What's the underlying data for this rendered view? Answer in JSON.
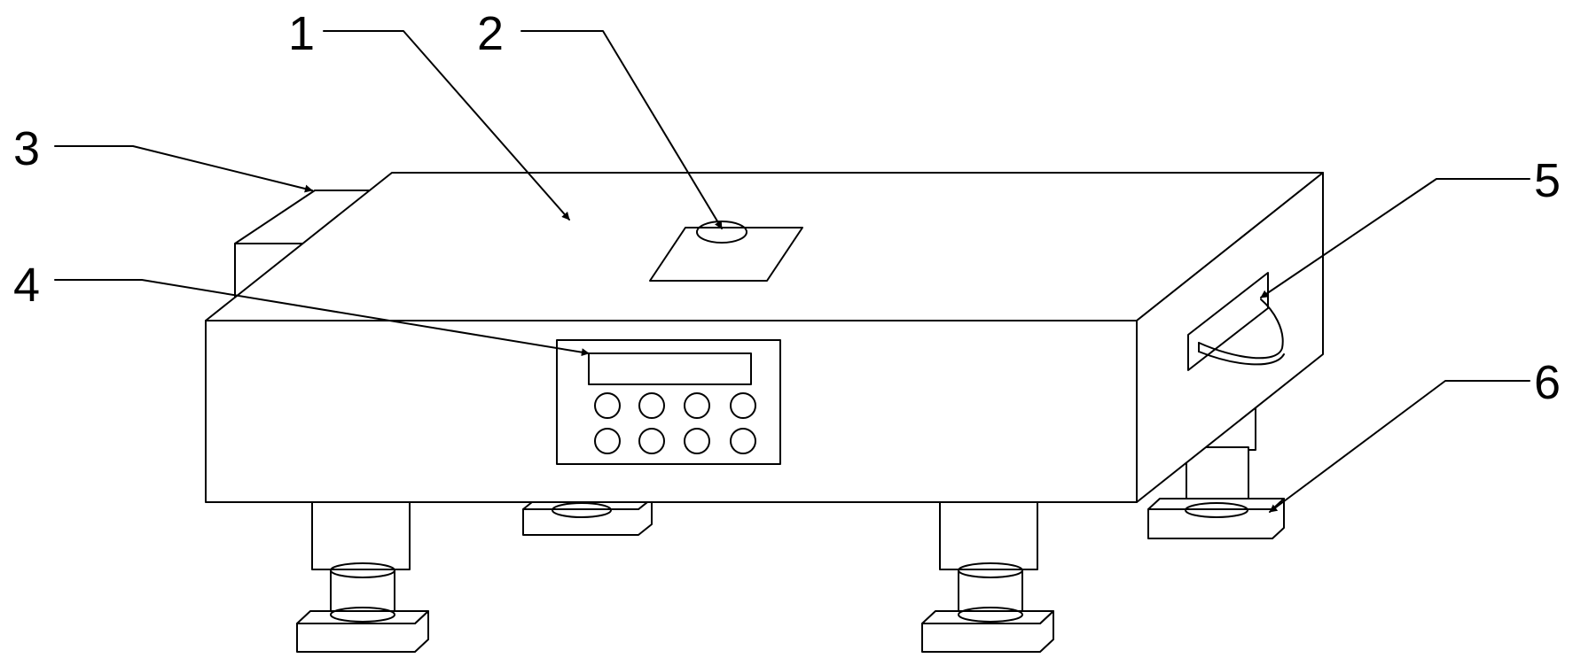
{
  "labels": [
    "1",
    "2",
    "3",
    "4",
    "5",
    "6"
  ],
  "colors": {
    "line": "#000000",
    "background": "#ffffff"
  }
}
